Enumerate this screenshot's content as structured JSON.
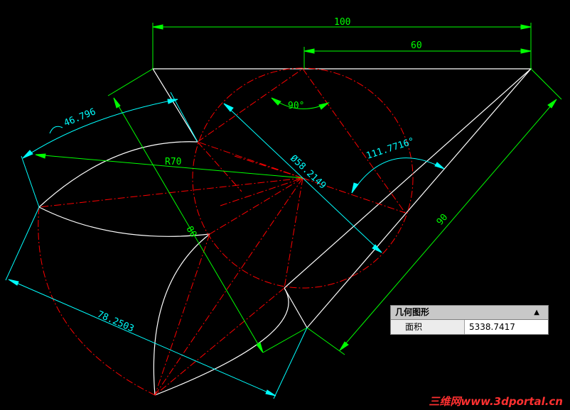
{
  "dimensions": {
    "width_100": "100",
    "width_60": "60",
    "angle_90": "90°",
    "angle_111": "111.7716°",
    "arc_46": "46.796",
    "radius_70": "R70",
    "diameter": "Ø58.2149",
    "length_80": "80",
    "length_90": "90",
    "length_78": "78.2503"
  },
  "properties": {
    "title": "几何图形",
    "collapse_glyph": "▲",
    "area_label": "面积",
    "area_value": "5338.7417"
  },
  "watermark": "三维网www.3dportal.cn",
  "colors": {
    "background": "#000000",
    "geometry": "#ffffff",
    "construction": "#ff0000",
    "dim_green": "#00ff00",
    "dim_cyan": "#00ffff",
    "watermark": "#ff3030"
  }
}
